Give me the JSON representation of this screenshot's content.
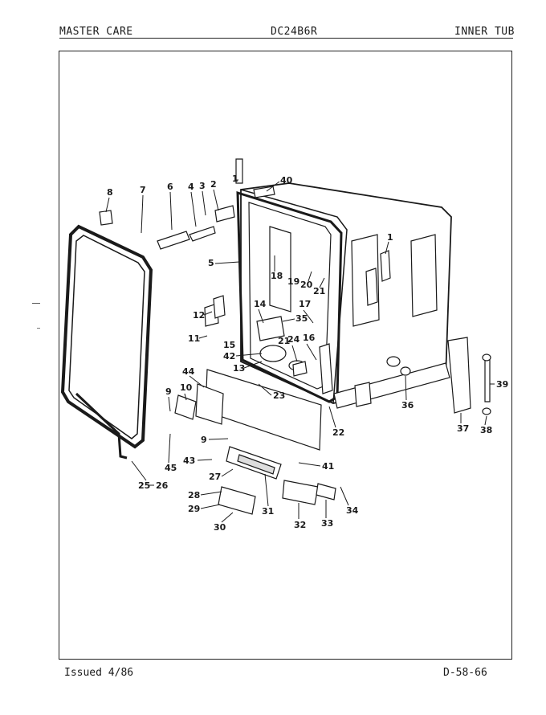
{
  "header": {
    "left": "MASTER CARE",
    "center": "DC24B6R",
    "right": "INNER TUB"
  },
  "footer": {
    "left": "Issued 4/86",
    "right": "D-58-66"
  },
  "callouts": [
    "1",
    "40",
    "2",
    "3",
    "4",
    "6",
    "7",
    "8",
    "1",
    "5",
    "18",
    "19",
    "20",
    "21",
    "12",
    "14",
    "35",
    "17",
    "11",
    "15",
    "42",
    "21",
    "24",
    "16",
    "13",
    "44",
    "23",
    "22",
    "36",
    "37",
    "38",
    "39",
    "10",
    "9",
    "9",
    "45",
    "43",
    "41",
    "27",
    "25",
    "26",
    "28",
    "29",
    "30",
    "31",
    "32",
    "33",
    "34"
  ]
}
